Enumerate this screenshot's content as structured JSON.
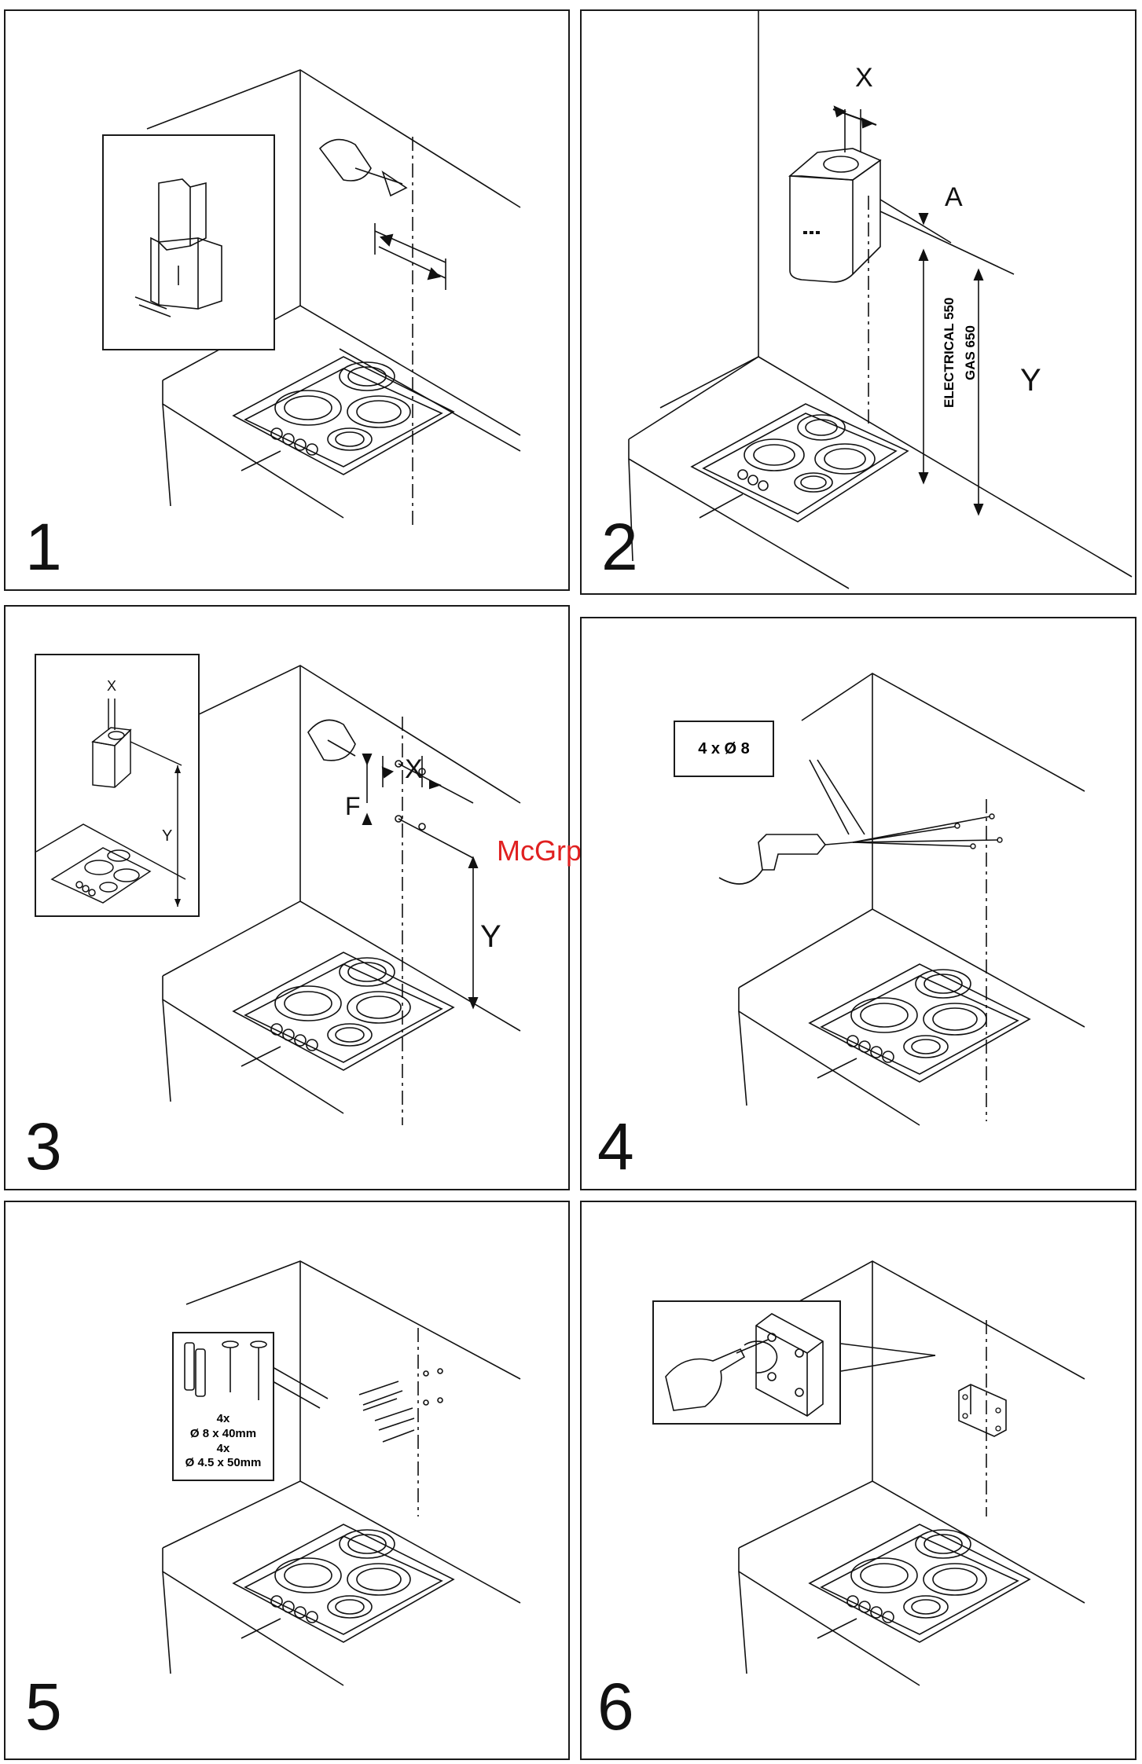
{
  "panels": [
    {
      "step": "1"
    },
    {
      "step": "2",
      "labels": {
        "x": "X",
        "a": "A",
        "y": "Y",
        "electrical": "ELECTRICAL 550",
        "gas": "GAS 650"
      }
    },
    {
      "step": "3",
      "labels": {
        "inset_x": "X",
        "inset_y": "Y",
        "x": "X",
        "f": "F",
        "y": "Y"
      }
    },
    {
      "step": "4",
      "callout": "4 x Ø 8"
    },
    {
      "step": "5",
      "spec": {
        "line1": "4x",
        "line2": "Ø 8 x 40mm",
        "line3": "4x",
        "line4": "Ø 4.5 x 50mm"
      }
    },
    {
      "step": "6"
    }
  ],
  "watermark": "McGrp.Ru"
}
